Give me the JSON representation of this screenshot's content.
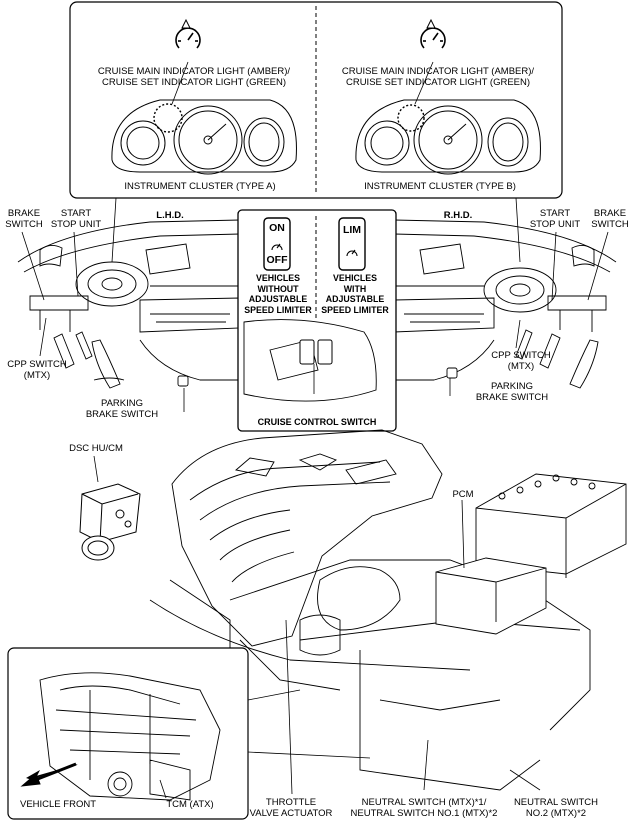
{
  "top_panel": {
    "left": {
      "indicator_label_1": "CRUISE MAIN INDICATOR LIGHT (AMBER)/",
      "indicator_label_2": "CRUISE SET INDICATOR LIGHT (GREEN)",
      "cluster_label": "INSTRUMENT CLUSTER (TYPE A)"
    },
    "right": {
      "indicator_label_1": "CRUISE MAIN INDICATOR LIGHT (AMBER)/",
      "indicator_label_2": "CRUISE SET INDICATOR LIGHT (GREEN)",
      "cluster_label": "INSTRUMENT CLUSTER (TYPE B)"
    }
  },
  "dashboards": {
    "lhd_label": "L.H.D.",
    "rhd_label": "R.H.D.",
    "brake_switch_left": [
      "BRAKE",
      "SWITCH"
    ],
    "start_stop_left": [
      "START",
      "STOP UNIT"
    ],
    "start_stop_right": [
      "START",
      "STOP UNIT"
    ],
    "brake_switch_right": [
      "BRAKE",
      "SWITCH"
    ],
    "cpp_left": [
      "CPP SWITCH",
      "(MTX)"
    ],
    "cpp_right": [
      "CPP SWITCH",
      "(MTX)"
    ],
    "parking_left": [
      "PARKING",
      "BRAKE SWITCH"
    ],
    "parking_right": [
      "PARKING",
      "BRAKE SWITCH"
    ]
  },
  "cruise_switch": {
    "on_text": "ON",
    "off_text": "OFF",
    "lim_text": "LIM",
    "left_caption": [
      "VEHICLES",
      "WITHOUT",
      "ADJUSTABLE",
      "SPEED LIMITER"
    ],
    "right_caption": [
      "VEHICLES",
      "WITH",
      "ADJUSTABLE",
      "SPEED LIMITER"
    ],
    "title": "CRUISE CONTROL SWITCH"
  },
  "engine": {
    "dsc_label": "DSC HU/CM",
    "pcm_label": "PCM",
    "throttle_label": [
      "THROTTLE",
      "VALVE ACTUATOR"
    ],
    "neutral_1": [
      "NEUTRAL SWITCH (MTX)*1/",
      "NEUTRAL SWITCH NO.1 (MTX)*2"
    ],
    "neutral_2": [
      "NEUTRAL SWITCH",
      "NO.2 (MTX)*2"
    ]
  },
  "transmission": {
    "vehicle_front": "VEHICLE FRONT",
    "tcm_label": "TCM (ATX)"
  }
}
